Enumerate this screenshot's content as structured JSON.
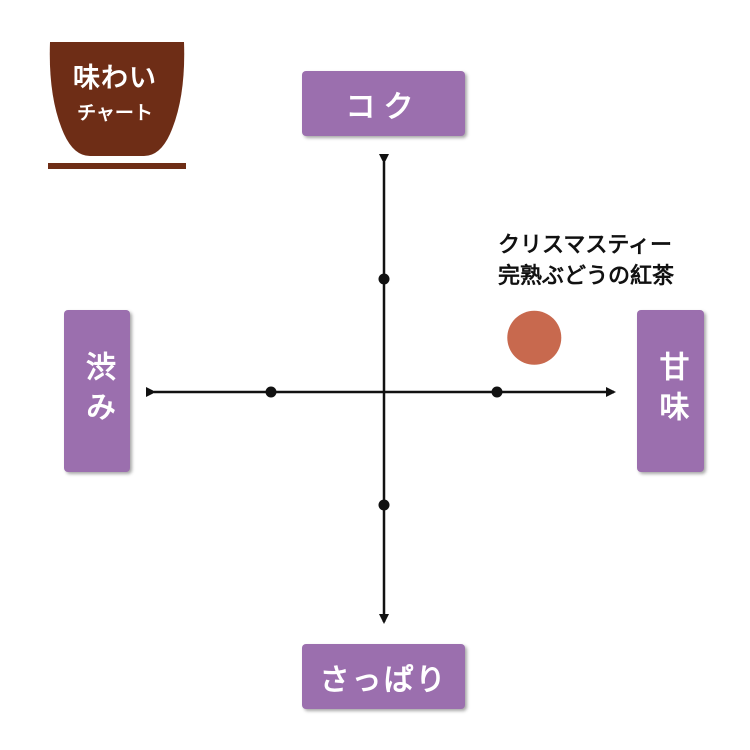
{
  "logo": {
    "line1": "味わい",
    "line2": "チャート",
    "color": "#6e2d16"
  },
  "axis_labels": {
    "top": "コク",
    "bottom": "さっぱり",
    "left": "渋み",
    "right": "甘味",
    "color": "#9b6fae"
  },
  "chart_data": {
    "type": "scatter",
    "x_axis": {
      "negative_label": "渋み",
      "positive_label": "甘味",
      "range": [
        -2,
        2
      ],
      "ticks": [
        -1,
        1
      ]
    },
    "y_axis": {
      "negative_label": "さっぱり",
      "positive_label": "コク",
      "range": [
        -2,
        2
      ],
      "ticks": [
        -1,
        1
      ]
    },
    "points": [
      {
        "label_line1": "クリスマスティー",
        "label_line2": "完熟ぶどうの紅茶",
        "x": 1.33,
        "y": 0.48,
        "color": "#c8694e"
      }
    ]
  }
}
